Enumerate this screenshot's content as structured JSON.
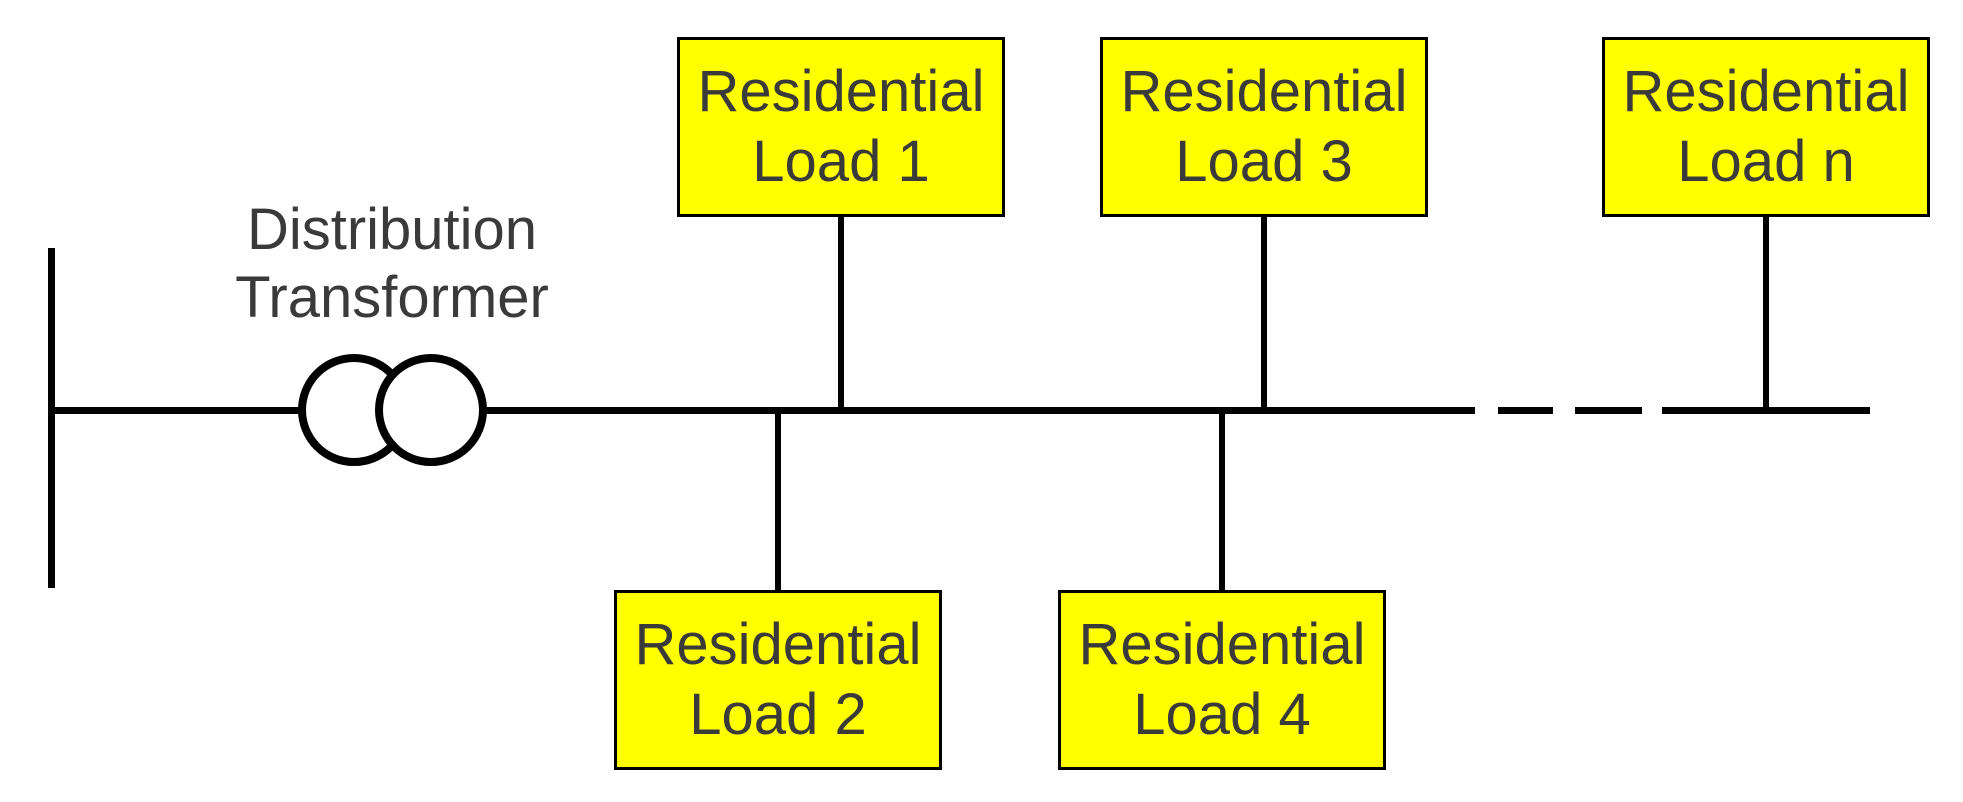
{
  "diagram": {
    "transformer_label": "Distribution Transformer",
    "loads": [
      {
        "id": "load-1",
        "label": "Residential Load 1",
        "side": "above-feeder"
      },
      {
        "id": "load-2",
        "label": "Residential Load 2",
        "side": "below-feeder"
      },
      {
        "id": "load-3",
        "label": "Residential Load 3",
        "side": "above-feeder"
      },
      {
        "id": "load-4",
        "label": "Residential Load 4",
        "side": "below-feeder"
      },
      {
        "id": "load-n",
        "label": "Residential Load n",
        "side": "above-feeder"
      }
    ],
    "colors": {
      "load_box_fill": "#ffff00",
      "load_box_border": "#000000",
      "line_color": "#000000",
      "text_color": "#3a3a3a",
      "background": "#ffffff"
    }
  }
}
